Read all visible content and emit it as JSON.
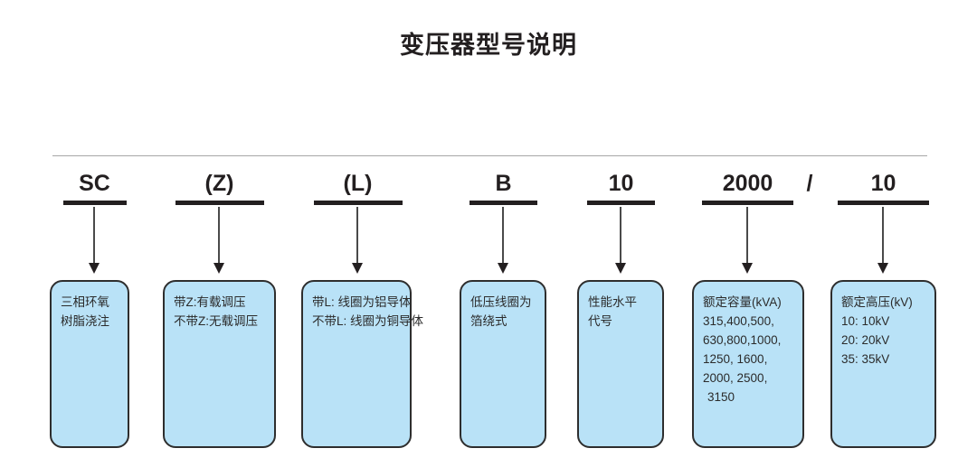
{
  "title": "变压器型号说明",
  "codes": [
    {
      "label": "SC"
    },
    {
      "label": "(Z)"
    },
    {
      "label": "(L)"
    },
    {
      "label": "B"
    },
    {
      "label": "10"
    },
    {
      "label": "2000"
    },
    {
      "label": "10"
    }
  ],
  "separator": "/",
  "boxes": [
    {
      "lines": [
        "三相环氧",
        "树脂浇注"
      ]
    },
    {
      "lines": [
        "带Z:有载调压",
        "不带Z:无载调压"
      ]
    },
    {
      "lines": [
        "带L: 线圈为铝导体",
        "不带L: 线圈为铜导体"
      ]
    },
    {
      "lines": [
        "低压线圈为",
        "箔绕式"
      ]
    },
    {
      "lines": [
        "性能水平",
        "代号"
      ]
    },
    {
      "lines": [
        "额定容量(kVA)",
        "315,400,500,",
        "630,800,1000,",
        "1250, 1600,",
        "2000, 2500,",
        "3150"
      ]
    },
    {
      "lines": [
        "额定高压(kV)",
        "10: 10kV",
        "20: 20kV",
        "35: 35kV"
      ]
    }
  ],
  "colors": {
    "box_fill": "#b9e2f7",
    "box_border": "#2e2e2e",
    "text": "#231f20",
    "divider": "#a7a7a7",
    "background": "#ffffff"
  }
}
